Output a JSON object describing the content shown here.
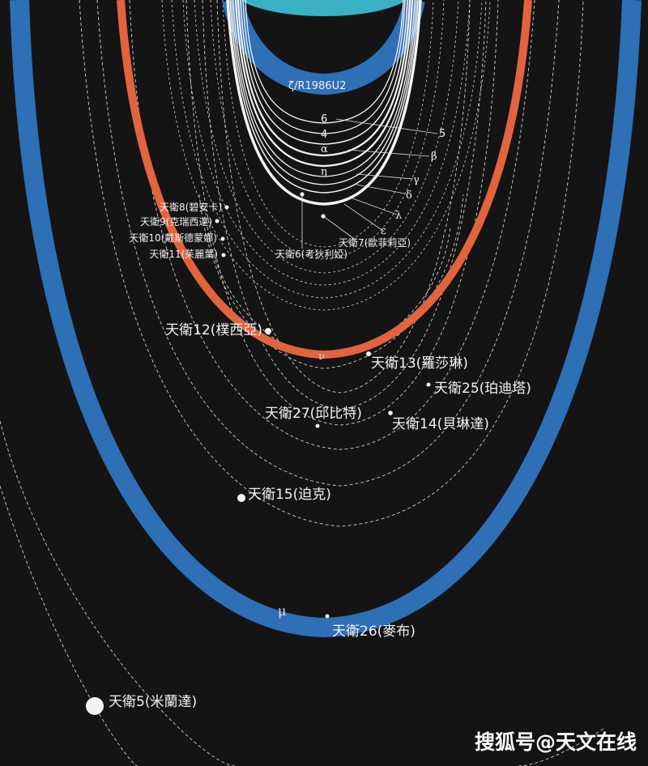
{
  "rings": {
    "zeta": "ζ/R1986U2",
    "six": "6",
    "five": "5",
    "four": "4",
    "alpha": "α",
    "beta": "β",
    "eta": "η",
    "gamma": "γ",
    "delta": "δ",
    "lambda": "λ",
    "epsilon": "ε",
    "nu": "ν",
    "mu": "μ"
  },
  "moons": {
    "cordelia": "天衛6(考狄利婭)",
    "ophelia": "天衛7(歐菲莉亞)",
    "bianca": "天衛8(碧安卡)",
    "cressida": "天衛9(克瑞西達)",
    "desdemona": "天衛10(戴斯德蒙娜)",
    "juliet": "天衛11(茱麗葉)",
    "portia": "天衛12(樸西亞)",
    "rosalind": "天衛13(羅莎琳)",
    "perdita": "天衛25(珀迪塔)",
    "cupid": "天衛27(邱比特)",
    "belinda": "天衛14(貝琳達)",
    "puck": "天衛15(迫克)",
    "mab": "天衛26(麥布)",
    "miranda": "天衛5(米蘭達)"
  },
  "watermark": "搜狐号@天文在线",
  "colors": {
    "background": "#141414",
    "planet": "#3ab0c4",
    "blue_ring": "#2e6fb5",
    "orange_ring": "#e2643f",
    "white_ring": "#f4f4f4"
  }
}
